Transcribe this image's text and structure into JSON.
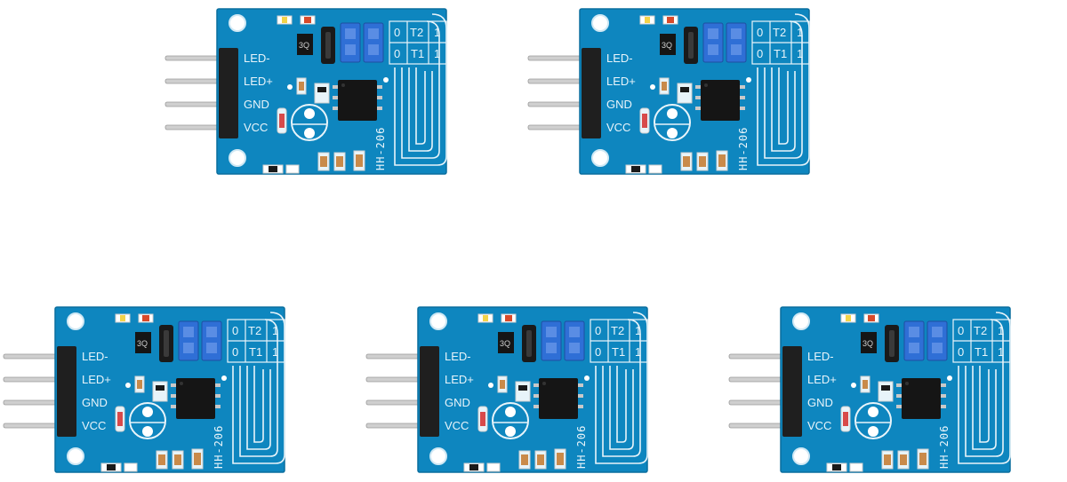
{
  "boards": [
    {
      "pins": [
        "LED-",
        "LED+",
        "GND",
        "VCC"
      ],
      "table": [
        [
          "0",
          "T2",
          "1"
        ],
        [
          "0",
          "T1",
          "1"
        ]
      ],
      "model": "HH-206",
      "chip": "3Q"
    },
    {
      "pins": [
        "LED-",
        "LED+",
        "GND",
        "VCC"
      ],
      "table": [
        [
          "0",
          "T2",
          "1"
        ],
        [
          "0",
          "T1",
          "1"
        ]
      ],
      "model": "HH-206",
      "chip": "3Q"
    },
    {
      "pins": [
        "LED-",
        "LED+",
        "GND",
        "VCC"
      ],
      "table": [
        [
          "0",
          "T2",
          "1"
        ],
        [
          "0",
          "T1",
          "1"
        ]
      ],
      "model": "HH-206",
      "chip": "3Q"
    },
    {
      "pins": [
        "LED-",
        "LED+",
        "GND",
        "VCC"
      ],
      "table": [
        [
          "0",
          "T2",
          "1"
        ],
        [
          "0",
          "T1",
          "1"
        ]
      ],
      "model": "HH-206",
      "chip": "3Q"
    },
    {
      "pins": [
        "LED-",
        "LED+",
        "GND",
        "VCC"
      ],
      "table": [
        [
          "0",
          "T2",
          "1"
        ],
        [
          "0",
          "T1",
          "1"
        ]
      ],
      "model": "HH-206",
      "chip": "3Q"
    }
  ],
  "colors": {
    "pcb": "#0e86bf",
    "pcb_edge": "#0a6e9e",
    "silkscreen": "#e8f4fa",
    "jumper": "#2f6fd6",
    "header": "#1e1e1e",
    "pin": "#c9c9c9"
  }
}
